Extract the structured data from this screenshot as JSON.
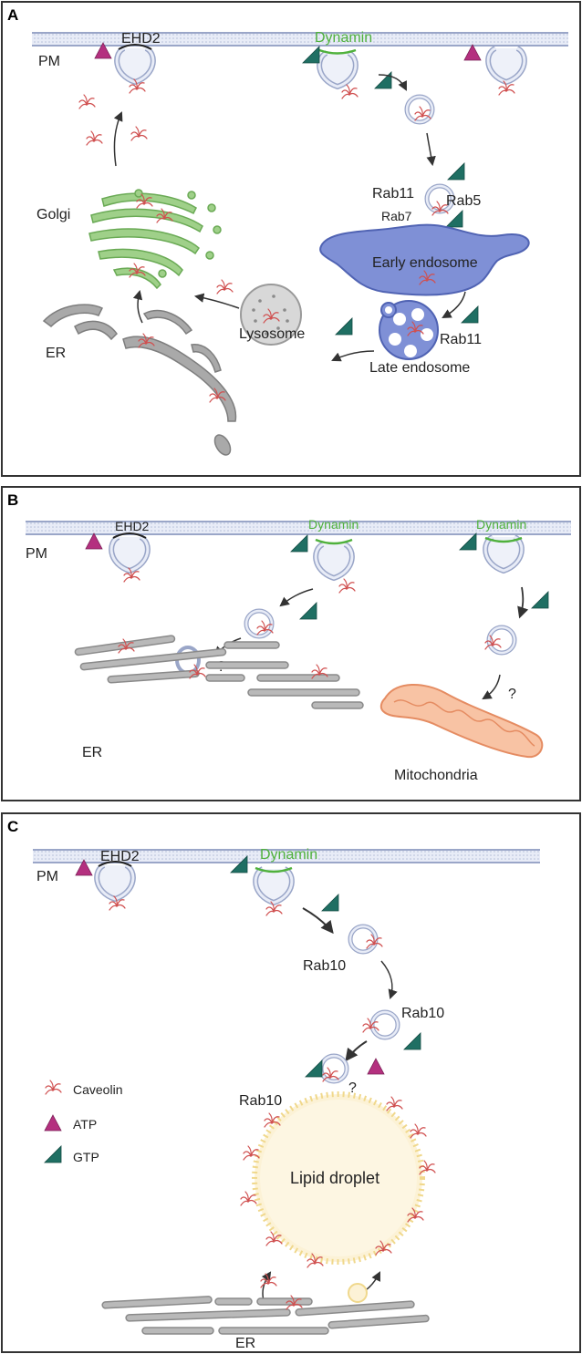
{
  "colors": {
    "atp": "#b4307f",
    "gtp": "#1f6f63",
    "caveolin": "#d05050",
    "dynamin": "#4fb13c",
    "golgi": "#7fbf6a",
    "endosome": "#7f90d6",
    "lysosome": "#d4d4d4",
    "er": "#9a9a9a",
    "mitochondria": "#f1a07a",
    "lipid_droplet": "#fbf0d0",
    "membrane": "#cfd6ea"
  },
  "panels": {
    "a": {
      "letter": "A",
      "pm": "PM",
      "ehd2": "EHD2",
      "dynamin": "Dynamin",
      "golgi": "Golgi",
      "er": "ER",
      "lysosome": "Lysosome",
      "rab11_top": "Rab11",
      "rab5": "Rab5",
      "rab7": "Rab7",
      "early_endosome": "Early endosome",
      "rab11_late": "Rab11",
      "late_endosome": "Late endosome"
    },
    "b": {
      "letter": "B",
      "pm": "PM",
      "ehd2": "EHD2",
      "dynamin_1": "Dynamin",
      "dynamin_2": "Dynamin",
      "question_1": "?",
      "question_2": "?",
      "er": "ER",
      "mitochondria": "Mitochondria"
    },
    "c": {
      "letter": "C",
      "pm": "PM",
      "ehd2": "EHD2",
      "dynamin": "Dynamin",
      "rab10_1": "Rab10",
      "rab10_2": "Rab10",
      "rab10_3": "Rab10",
      "question": "?",
      "lipid_droplet": "Lipid droplet",
      "er": "ER",
      "legend": {
        "caveolin": "Caveolin",
        "atp": "ATP",
        "gtp": "GTP"
      }
    }
  }
}
